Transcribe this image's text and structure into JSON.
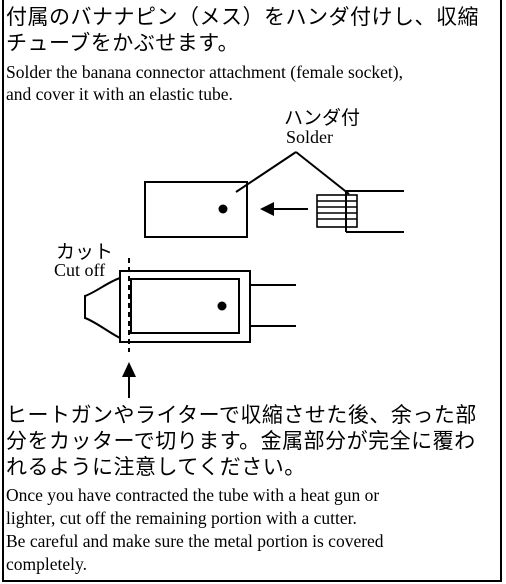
{
  "header": {
    "jp_line1": "付属のバナナピン（メス）をハンダ付けし、収縮",
    "jp_line2": "チューブをかぶせます。",
    "en_line1": "Solder the banana connector attachment (female socket),",
    "en_line2": "and cover it with an elastic tube."
  },
  "diagram": {
    "solder_jp": "ハンダ付",
    "solder_en": "Solder",
    "cut_jp": "カット",
    "cut_en": "Cut off"
  },
  "footer": {
    "jp_line1": "ヒートガンやライターで収縮させた後、余った部",
    "jp_line2": "分をカッターで切ります。金属部分が完全に覆わ",
    "jp_line3": "れるように注意してください。",
    "en_line1": "Once you have contracted the tube with a heat gun or",
    "en_line2": "lighter, cut off the remaining portion with a cutter.",
    "en_line3": "Be careful and make sure the metal portion is covered",
    "en_line4": "completely."
  }
}
